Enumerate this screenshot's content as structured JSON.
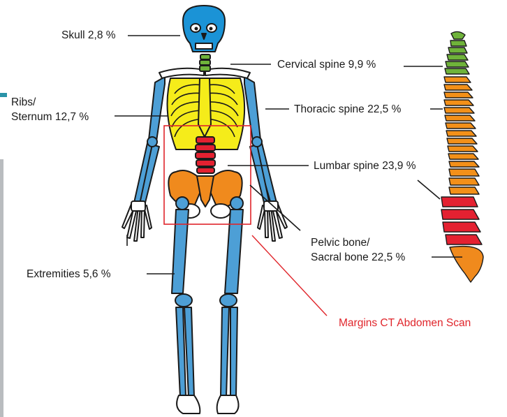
{
  "labels": {
    "skull": "Skull 2,8 %",
    "ribs_line1": "Ribs/",
    "ribs_line2": "Sternum 12,7 %",
    "cervical": "Cervical spine 9,9 %",
    "thoracic": "Thoracic spine 22,5 %",
    "lumbar": "Lumbar spine 23,9 %",
    "pelvic_line1": "Pelvic bone/",
    "pelvic_line2": "Sacral bone 22,5 %",
    "extremities": "Extremities 5,6 %",
    "margins": "Margins CT Abdomen Scan"
  },
  "colors": {
    "skull_and_extremities": "#4d9fd6",
    "skull_blue": "#1b93d6",
    "ribs_sternum": "#f5ec1a",
    "cervical": "#6fb33a",
    "thoracic": "#f39019",
    "lumbar": "#e42131",
    "pelvic_sacral": "#f08a1d",
    "margins": "#e0252b",
    "outline": "#1a1a1a"
  }
}
